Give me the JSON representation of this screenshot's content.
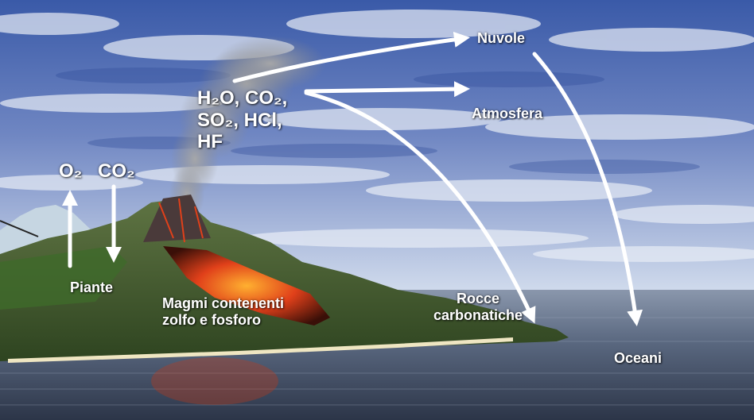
{
  "labels": {
    "gases_line1": "H₂O, CO₂,",
    "gases_line2": "SO₂, HCl,",
    "gases_line3": "HF",
    "o2": "O₂",
    "co2": "CO₂",
    "nuvole": "Nuvole",
    "atmosfera": "Atmosfera",
    "piante": "Piante",
    "magmi_line1": "Magmi contenenti",
    "magmi_line2": "zolfo e fosforo",
    "rocce_line1": "Rocce",
    "rocce_line2": "carbonatiche",
    "oceani": "Oceani"
  },
  "colors": {
    "sky_top": "#3b5fb0",
    "sky_bottom": "#c9d6ea",
    "sea": "#55657a",
    "land": "#3f5a2a",
    "lava": "#d9361a",
    "beach": "#efe6c2",
    "arrow": "#ffffff"
  }
}
